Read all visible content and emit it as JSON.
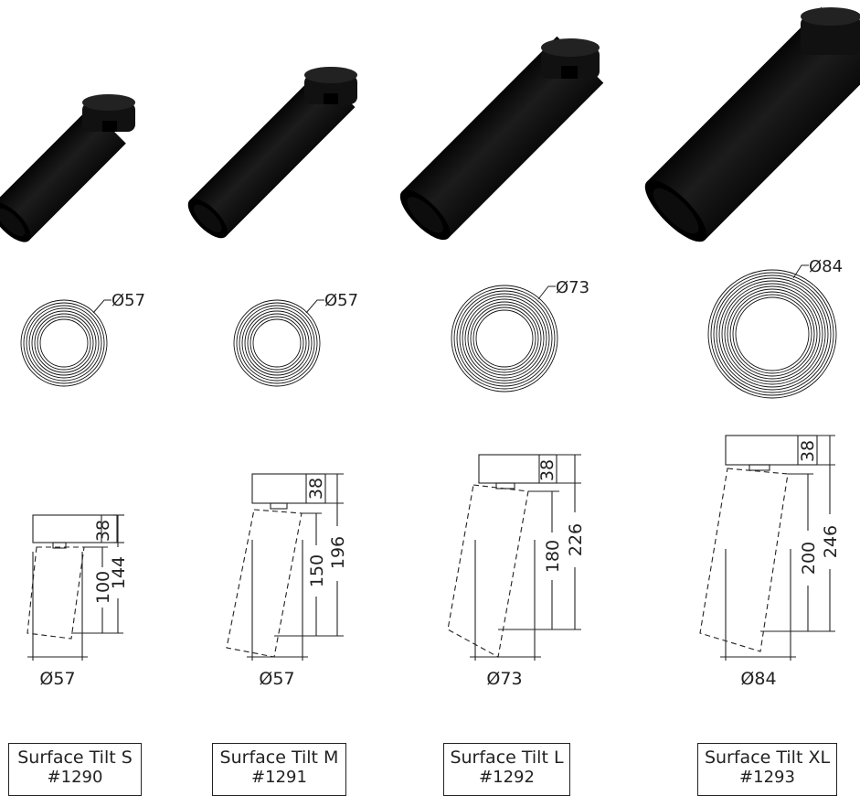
{
  "products": [
    {
      "name": "Surface Tilt S",
      "code": "#1290",
      "ring_diameter": "Ø57",
      "width_label": "Ø57",
      "head_height": "38",
      "tube_length": "100",
      "total_height": "144"
    },
    {
      "name": "Surface Tilt M",
      "code": "#1291",
      "ring_diameter": "Ø57",
      "width_label": "Ø57",
      "head_height": "38",
      "tube_length": "150",
      "total_height": "196"
    },
    {
      "name": "Surface Tilt L",
      "code": "#1292",
      "ring_diameter": "Ø73",
      "width_label": "Ø73",
      "head_height": "38",
      "tube_length": "180",
      "total_height": "226"
    },
    {
      "name": "Surface Tilt XL",
      "code": "#1293",
      "ring_diameter": "Ø84",
      "width_label": "Ø84",
      "head_height": "38",
      "tube_length": "200",
      "total_height": "246"
    }
  ],
  "colors": {
    "product_body": "#111111",
    "line": "#222222",
    "background": "#ffffff"
  }
}
